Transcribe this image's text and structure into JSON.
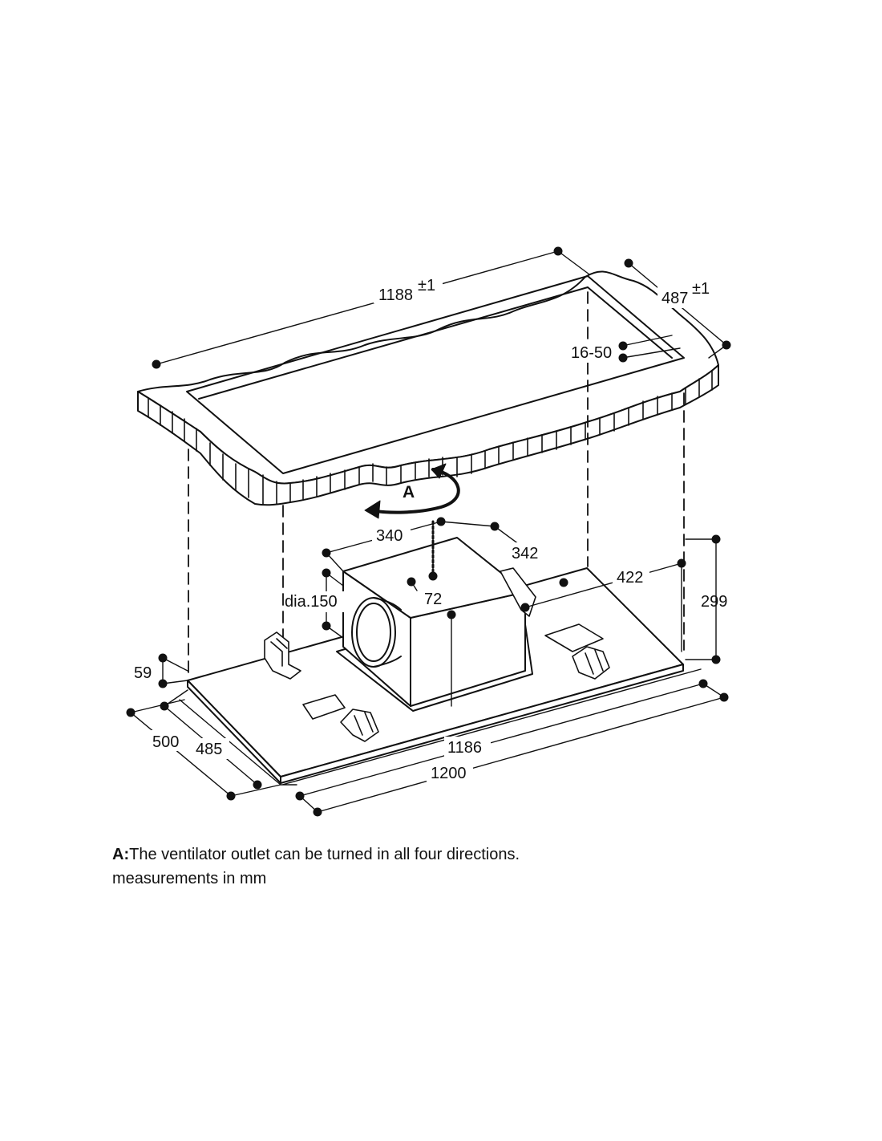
{
  "dimensions": {
    "cutout_length": "1188",
    "cutout_length_tol": "±1",
    "cutout_width": "487",
    "cutout_width_tol": "±1",
    "ceiling_thickness": "16-50",
    "outlet_rotation_label": "A",
    "box_width": "340",
    "box_depth": "342",
    "rear_offset": "422",
    "total_height": "299",
    "duct_diameter": "dia.150",
    "outlet_offset": "72",
    "panel_height": "59",
    "outer_depth": "500",
    "inner_depth": "485",
    "inner_length": "1186",
    "outer_length": "1200"
  },
  "caption": {
    "label": "A:",
    "text": "The ventilator outlet can be turned in all four directions.",
    "units": "measurements in mm"
  }
}
